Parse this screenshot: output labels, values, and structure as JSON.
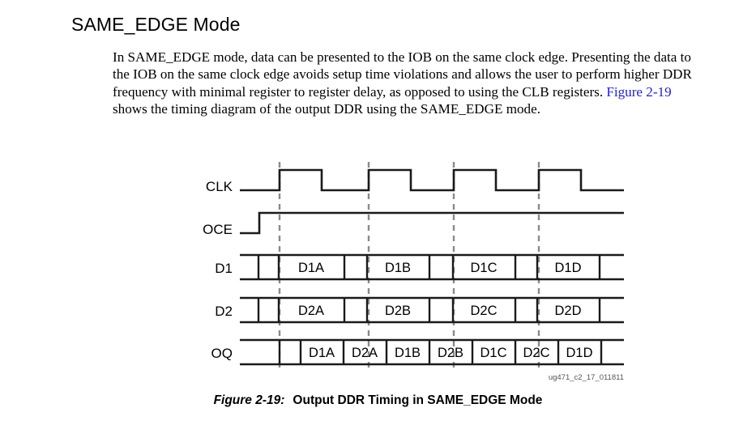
{
  "section": {
    "heading": "SAME_EDGE Mode"
  },
  "paragraph": {
    "part1": "In SAME_EDGE mode, data can be presented to the IOB on the same clock edge. Presenting the data to the IOB on the same clock edge avoids setup time violations and allows the user to perform higher DDR frequency with minimal register to register delay, as opposed to using the CLB registers. ",
    "link": "Figure 2-19",
    "part2": " shows the timing diagram of the output DDR using the SAME_EDGE mode."
  },
  "diagram": {
    "signals": [
      {
        "name": "CLK",
        "label": "CLK",
        "type": "clock"
      },
      {
        "name": "OCE",
        "label": "OCE",
        "type": "enable"
      },
      {
        "name": "D1",
        "label": "D1",
        "type": "data",
        "cells": [
          "D1A",
          "D1B",
          "D1C",
          "D1D"
        ]
      },
      {
        "name": "D2",
        "label": "D2",
        "type": "data",
        "cells": [
          "D2A",
          "D2B",
          "D2C",
          "D2D"
        ]
      },
      {
        "name": "OQ",
        "label": "OQ",
        "type": "data",
        "cells": [
          "D1A",
          "D2A",
          "D1B",
          "D2B",
          "D1C",
          "D2C",
          "D1D"
        ]
      }
    ],
    "clock_pulses": 4,
    "gridline_positions": [
      345,
      455,
      560,
      665
    ],
    "source_id": "ug471_c2_17_011811",
    "colors": {
      "waveform": "#1a1a1a",
      "gridline": "#808080",
      "source_text": "#555555"
    }
  },
  "caption": {
    "number": "Figure 2-19:",
    "title": "Output DDR Timing in SAME_EDGE Mode"
  }
}
